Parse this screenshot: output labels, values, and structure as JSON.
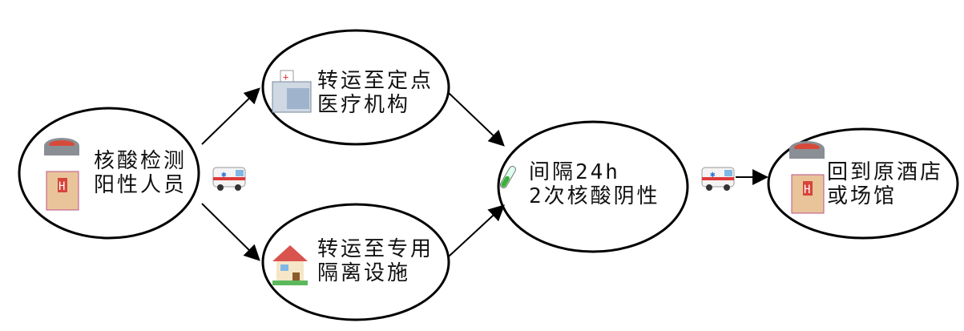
{
  "nodes": [
    {
      "id": "start",
      "lines": [
        "核酸检测",
        "阳性人员"
      ],
      "icons": [
        "stadium-icon",
        "hospital-icon"
      ]
    },
    {
      "id": "medical",
      "lines": [
        "转运至定点",
        "医疗机构"
      ],
      "icons": [
        "hospital-building-icon"
      ]
    },
    {
      "id": "isolation",
      "lines": [
        "转运至专用",
        "隔离设施"
      ],
      "icons": [
        "house-icon"
      ]
    },
    {
      "id": "test",
      "lines": [
        "间隔24h",
        "2次核酸阴性"
      ],
      "icons": [
        "test-tube-icon"
      ]
    },
    {
      "id": "return",
      "lines": [
        "回到原酒店",
        "或场馆"
      ],
      "icons": [
        "stadium-icon",
        "hospital-icon"
      ]
    }
  ],
  "colors": {
    "stroke": "#000000",
    "ambulance_red": "#e03a3a",
    "roof": "#d9534f"
  }
}
